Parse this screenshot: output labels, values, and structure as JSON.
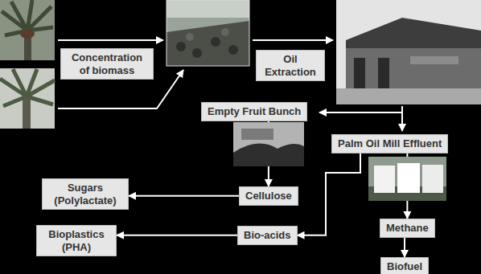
{
  "diagram": {
    "nodes": [
      {
        "text": [
          "Concentration of biomass"
        ]
      },
      {
        "text": [
          "Oil Extraction"
        ]
      },
      {
        "text": [
          "Empty Fruit Bunch"
        ]
      },
      {
        "text": [
          "Palm Oil Mill Effluent"
        ]
      },
      {
        "text": [
          "Cellulose"
        ]
      },
      {
        "text": [
          "Sugars (Polylactate)"
        ]
      },
      {
        "text": [
          "Bio-acids"
        ]
      },
      {
        "text": [
          "Bioplastics (PHA)"
        ]
      },
      {
        "text": [
          "Methane"
        ]
      },
      {
        "text": [
          "Biofuel"
        ]
      }
    ],
    "edges": [
      {
        "from": 2,
        "to": 4,
        "arrow": "to"
      },
      {
        "from": 4,
        "to": 5,
        "arrow": "to"
      },
      {
        "from": 3,
        "to": 6,
        "arrow": "to"
      },
      {
        "from": 6,
        "to": 7,
        "arrow": "to"
      },
      {
        "from": 3,
        "to": 8,
        "arrow": "to"
      },
      {
        "from": 8,
        "to": 9,
        "arrow": "to"
      }
    ]
  }
}
